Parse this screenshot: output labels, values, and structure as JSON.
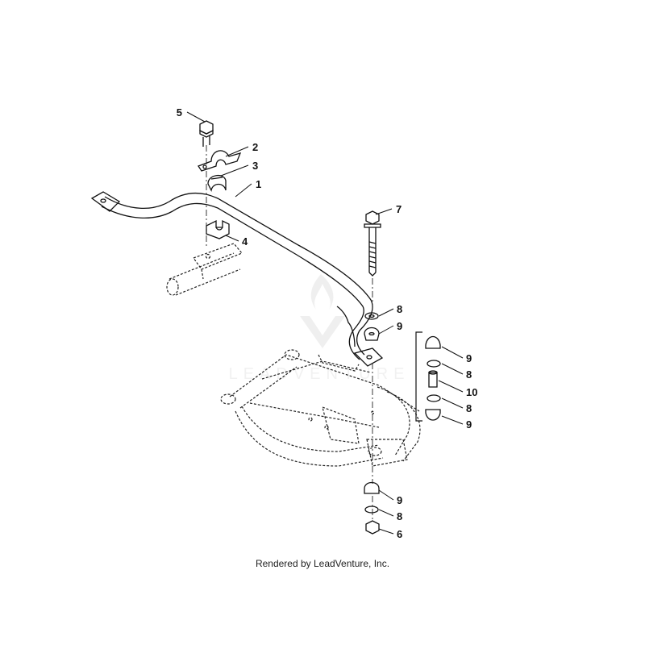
{
  "watermark": {
    "text": "LEADVENTURE"
  },
  "credit": "Rendered by LeadVenture, Inc.",
  "callouts": [
    {
      "id": "c5",
      "label": "5"
    },
    {
      "id": "c2",
      "label": "2"
    },
    {
      "id": "c3",
      "label": "3"
    },
    {
      "id": "c1",
      "label": "1"
    },
    {
      "id": "c4",
      "label": "4"
    },
    {
      "id": "c7",
      "label": "7"
    },
    {
      "id": "c8a",
      "label": "8"
    },
    {
      "id": "c9a",
      "label": "9"
    },
    {
      "id": "c9b",
      "label": "9"
    },
    {
      "id": "c8b",
      "label": "8"
    },
    {
      "id": "c10",
      "label": "10"
    },
    {
      "id": "c8c",
      "label": "8"
    },
    {
      "id": "c9c",
      "label": "9"
    },
    {
      "id": "c9d",
      "label": "9"
    },
    {
      "id": "c8d",
      "label": "8"
    },
    {
      "id": "c6",
      "label": "6"
    }
  ]
}
